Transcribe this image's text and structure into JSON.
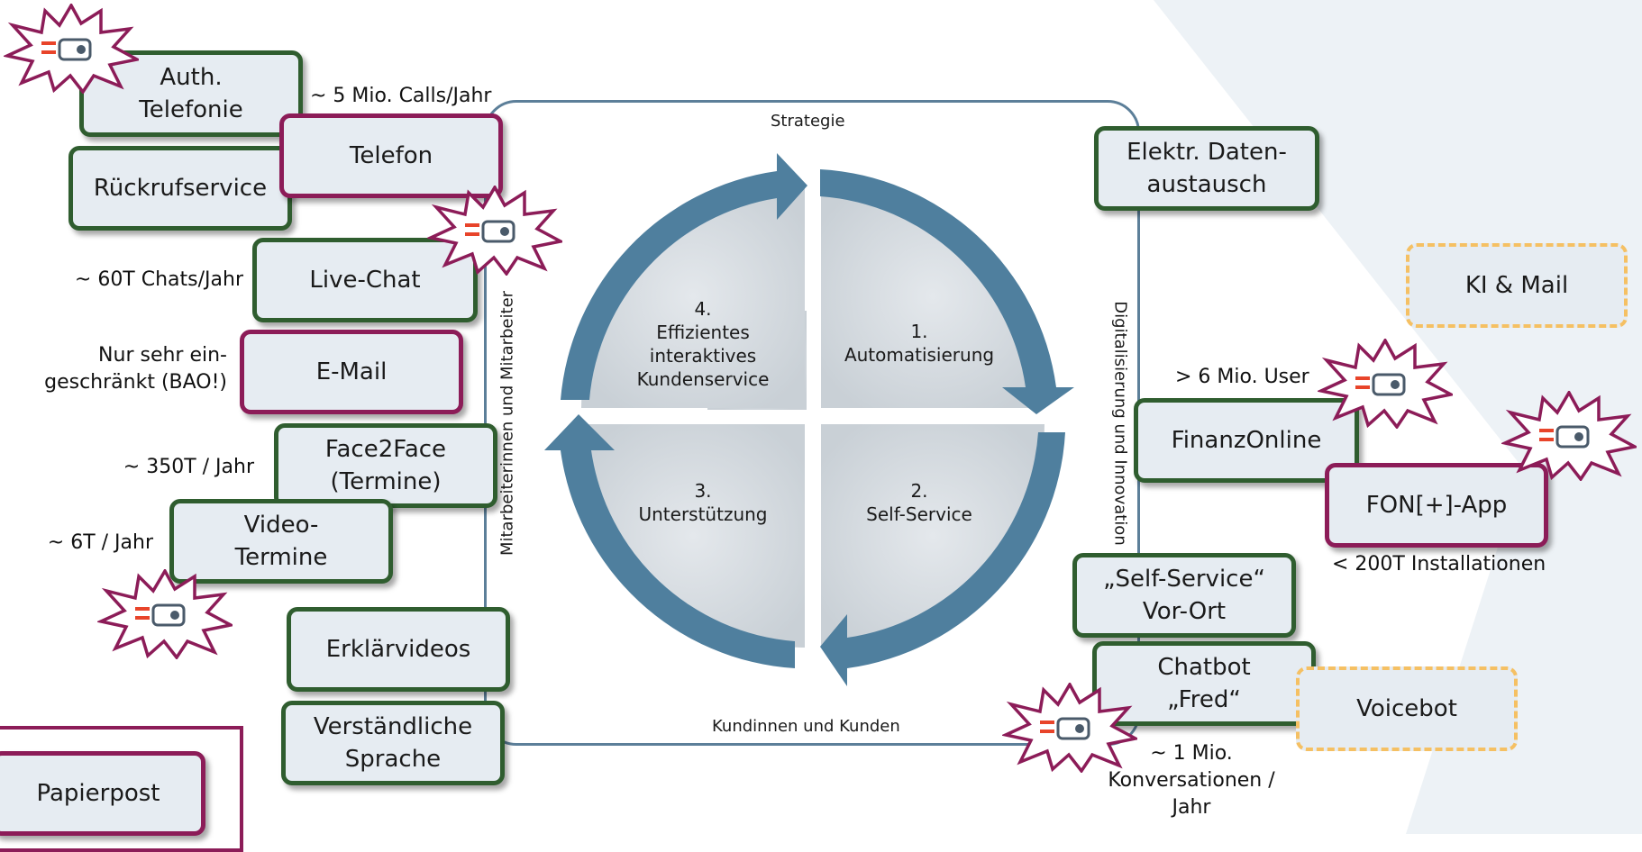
{
  "axes": {
    "top": "Strategie",
    "bottom": "Kundinnen und Kunden",
    "left": "Mitarbeiterinnen und Mitarbeiter",
    "right": "Digitalisierung und Innovation"
  },
  "quadrants": [
    {
      "text": "4.\nEffizientes\ninteraktives\nKundenservice"
    },
    {
      "text": "1.\nAutomatisierung"
    },
    {
      "text": "3.\nUnterstützung"
    },
    {
      "text": "2.\nSelf-Service"
    }
  ],
  "channels": {
    "auth_telefonie": "Auth.\nTelefonie",
    "telefon": "Telefon",
    "rueckrufservice": "Rückrufservice",
    "live_chat": "Live-Chat",
    "email": "E-Mail",
    "face2face": "Face2Face\n(Termine)",
    "video_termine": "Video-\nTermine",
    "erklaervideos": "Erklärvideos",
    "verstaendliche_sprache": "Verständliche\nSprache",
    "papierpost": "Papierpost",
    "elektr_datenaustausch": "Elektr. Daten-\naustausch",
    "ki_mail": "KI & Mail",
    "finanzonline": "FinanzOnline",
    "fon_app": "FON[+]-App",
    "self_service_vor_ort": "„Self-Service“\nVor-Ort",
    "chatbot": "Chatbot\n„Fred“",
    "voicebot": "Voicebot"
  },
  "notes": {
    "calls": "~ 5 Mio. Calls/Jahr",
    "chats": "~ 60T Chats/Jahr",
    "email": "Nur sehr ein-\ngeschränkt (BAO!)",
    "face2face": "~ 350T / Jahr",
    "video": "~ 6T / Jahr",
    "users": "> 6 Mio. User",
    "installs": "< 200T Installationen",
    "chatbot": "~ 1 Mio.\nKonversationen /\nJahr"
  },
  "colors": {
    "green_border": "#2f5d2f",
    "purple_border": "#8c1c58",
    "dashed_border": "#f5c063",
    "box_fill": "#e6ecf2",
    "arrow": "#4f7f9e",
    "badge_fill": "#ffffff",
    "badge_stroke": "#8c1c58"
  },
  "icons": {
    "badge": "key-with-speed-lines-icon"
  }
}
